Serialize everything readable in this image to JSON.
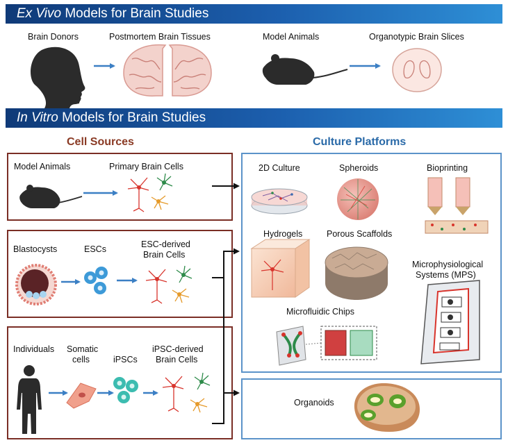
{
  "ex_vivo": {
    "title_italic": "Ex Vivo",
    "title_rest": " Models for Brain Studies",
    "brain_donors": "Brain Donors",
    "postmortem": "Postmortem Brain Tissues",
    "model_animals": "Model Animals",
    "slices": "Organotypic Brain Slices"
  },
  "in_vitro": {
    "title_italic": "In Vitro",
    "title_rest": " Models for Brain Studies"
  },
  "cell_sources": {
    "heading": "Cell Sources",
    "primary": {
      "model_animals": "Model Animals",
      "primary_cells": "Primary Brain Cells"
    },
    "esc": {
      "blastocysts": "Blastocysts",
      "escs": "ESCs",
      "esc_derived_1": "ESC-derived",
      "esc_derived_2": "Brain Cells"
    },
    "ipsc": {
      "individuals": "Individuals",
      "somatic_1": "Somatic",
      "somatic_2": "cells",
      "ipscs": "iPSCs",
      "ipsc_derived_1": "iPSC-derived",
      "ipsc_derived_2": "Brain Cells"
    }
  },
  "culture_platforms": {
    "heading": "Culture Platforms",
    "culture_2d": "2D Culture",
    "spheroids": "Spheroids",
    "bioprinting": "Bioprinting",
    "hydrogels": "Hydrogels",
    "porous": "Porous Scaffolds",
    "mps_1": "Microphysiological",
    "mps_2": "Systems (MPS)",
    "microfluidic": "Microfluidic Chips",
    "organoids": "Organoids"
  },
  "colors": {
    "banner": "#1c5fae",
    "arrow": "#3b7fc4",
    "box_brown": "#7a2e25",
    "box_blue": "#5b93c9",
    "heading_brown": "#8a3a24",
    "heading_blue": "#2a6aa8",
    "neuron_red": "#d8342c",
    "neuron_green": "#2e8b4a",
    "neuron_orange": "#e59a2a"
  }
}
